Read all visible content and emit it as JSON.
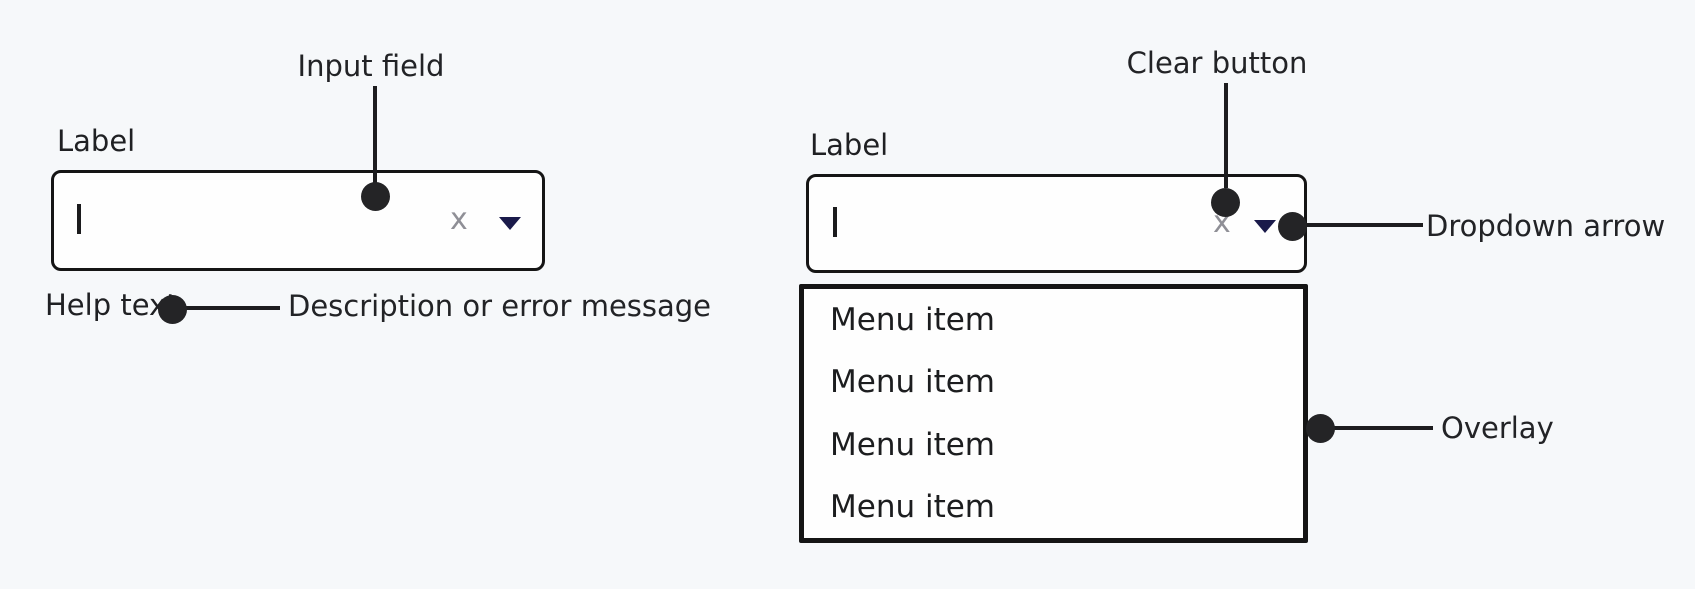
{
  "colors": {
    "background": "#f6f8fa",
    "surface": "#fefefe",
    "border": "#151515",
    "text": "#1e1e1e",
    "annotation_line": "#1d1d1f",
    "clear_x_gray": "#8f8f96",
    "dropdown_arrow_navy": "#1a1a4a"
  },
  "left_combobox": {
    "label": "Label",
    "input_value": "",
    "clear_glyph": "x",
    "help_text": "Help text",
    "annotations": {
      "input_field": "Input field",
      "help_description": "Description or error message"
    }
  },
  "right_combobox": {
    "label": "Label",
    "input_value": "",
    "clear_glyph": "x",
    "menu_items": [
      "Menu item",
      "Menu item",
      "Menu item",
      "Menu item"
    ],
    "annotations": {
      "clear_button": "Clear button",
      "dropdown_arrow": "Dropdown arrow",
      "overlay": "Overlay"
    }
  }
}
